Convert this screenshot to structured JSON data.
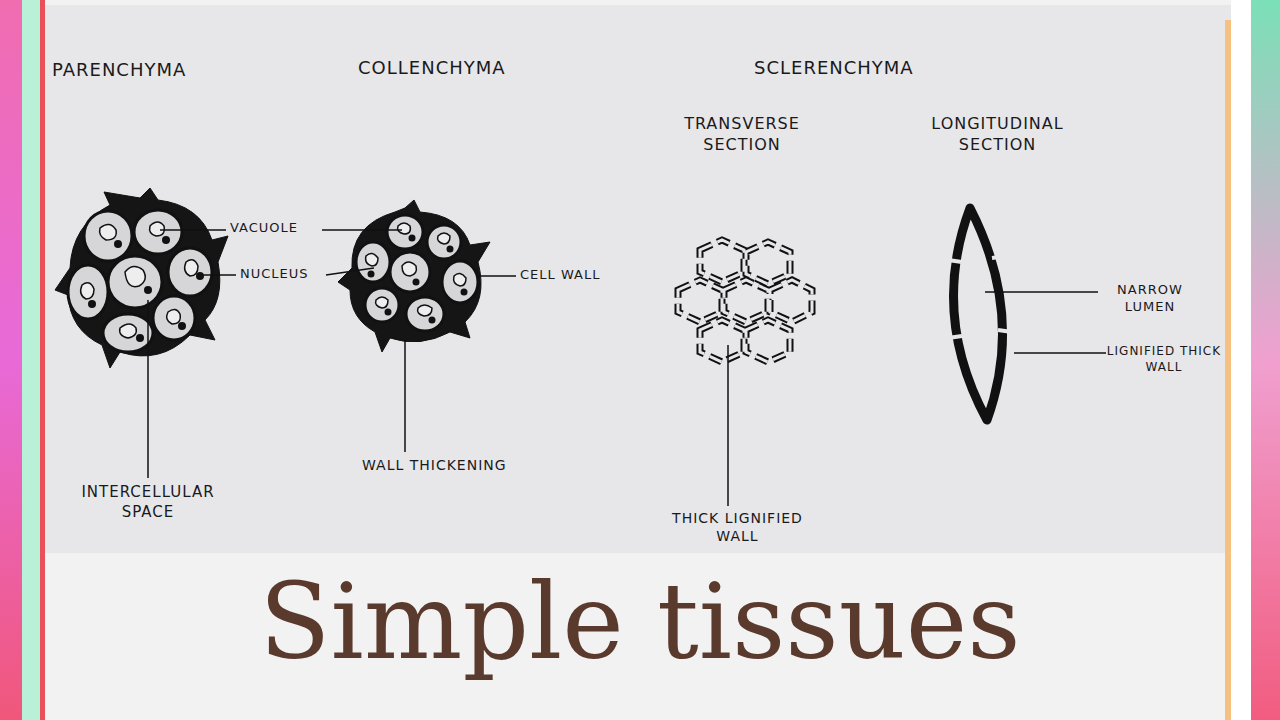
{
  "diagram": {
    "title": "Simple tissues",
    "labels": [
      "PARENCHYMA",
      "COLLENCHYMA",
      "SCLERENCHYMA",
      "TRANSVERSE SECTION",
      "LONGITUDINAL SECTION",
      "VACUOLE",
      "NUCLEUS",
      "CELL WALL",
      "INTERCELLULAR SPACE",
      "WALL THICKENING",
      "THICK LIGNIFIED WALL",
      "NARROW LUMEN",
      "LIGNIFIED THICK WALL"
    ]
  }
}
